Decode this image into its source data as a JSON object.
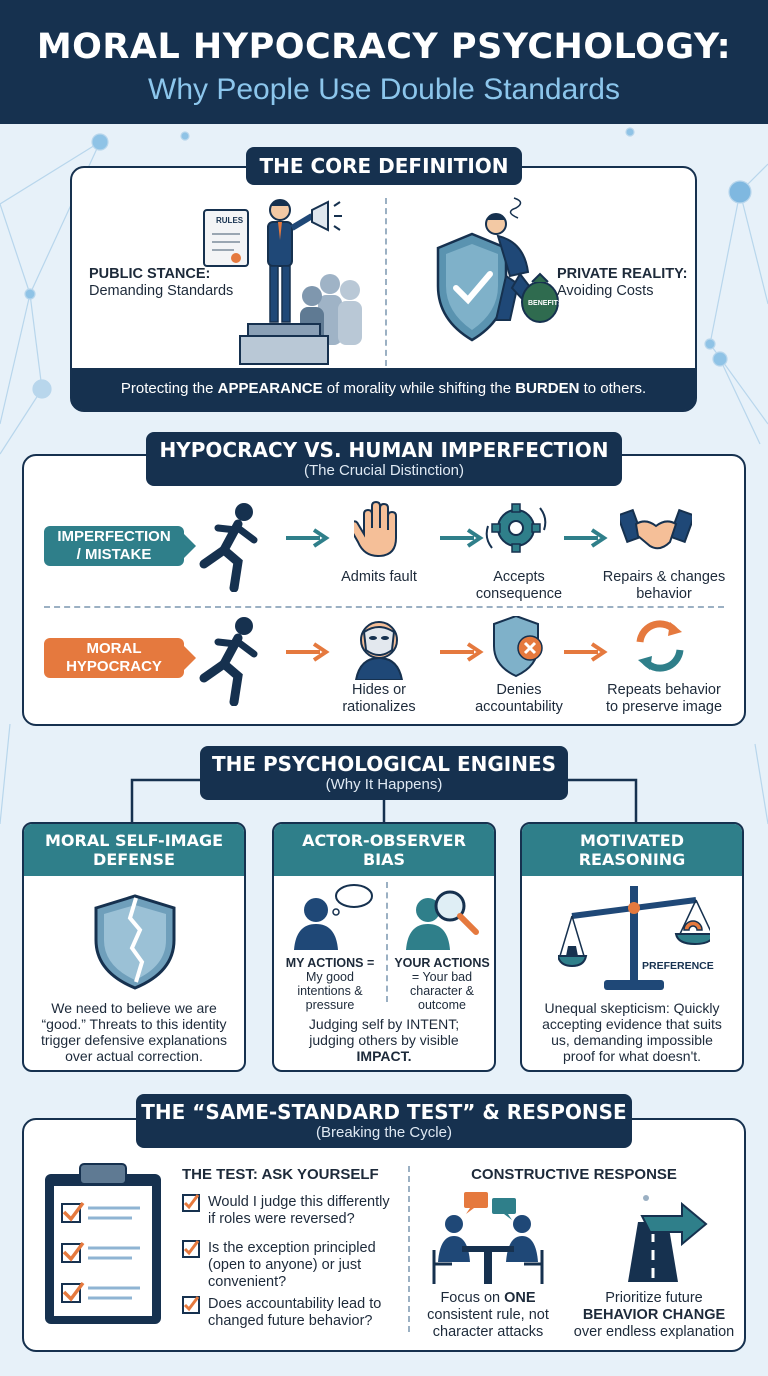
{
  "header": {
    "title": "MORAL HYPOCRACY PSYCHOLOGY:",
    "subtitle": "Why People Use Double Standards"
  },
  "core": {
    "tab": "THE CORE DEFINITION",
    "rules_label": "RULES",
    "public_title": "PUBLIC STANCE:",
    "public_desc": "Demanding Standards",
    "benefits_label": "BENEFITS",
    "private_title": "PRIVATE REALITY:",
    "private_desc": "Avoiding Costs",
    "strip_pre": "Protecting the ",
    "strip_b1": "APPEARANCE",
    "strip_mid": " of morality while shifting the ",
    "strip_b2": "BURDEN",
    "strip_post": " to others."
  },
  "distinction": {
    "tab_title": "HYPOCRACY VS. HUMAN IMPERFECTION",
    "tab_sub": "(The Crucial Distinction)",
    "imperfection_label_1": "IMPERFECTION",
    "imperfection_label_2": "/ MISTAKE",
    "step1": "Admits fault",
    "step2a": "Accepts",
    "step2b": "consequence",
    "step3a": "Repairs & changes",
    "step3b": "behavior",
    "hypocrisy_label_1": "MORAL",
    "hypocrisy_label_2": "HYPOCRACY",
    "hstep1a": "Hides or",
    "hstep1b": "rationalizes",
    "hstep2a": "Denies",
    "hstep2b": "accountability",
    "hstep3a": "Repeats behavior",
    "hstep3b": "to preserve image"
  },
  "engines": {
    "tab_title": "THE PSYCHOLOGICAL ENGINES",
    "tab_sub": "(Why It Happens)",
    "e1_head_1": "MORAL SELF-IMAGE",
    "e1_head_2": "DEFENSE",
    "e1_text_1": "We need to believe we are",
    "e1_text_2": "“good.” Threats to this identity",
    "e1_text_3": "trigger defensive explanations",
    "e1_text_4": "over actual correction.",
    "e2_head_1": "ACTOR-OBSERVER",
    "e2_head_2": "BIAS",
    "e2_my_1": "MY ACTIONS =",
    "e2_my_2": "My good",
    "e2_my_3": "intentions &",
    "e2_my_4": "pressure",
    "e2_your_1": "YOUR ACTIONS",
    "e2_your_2": "= Your bad",
    "e2_your_3": "character &",
    "e2_your_4": "outcome",
    "e2_text_1": "Judging self by INTENT;",
    "e2_text_2": "judging others by visible",
    "e2_text_3": "IMPACT.",
    "e3_head_1": "MOTIVATED",
    "e3_head_2": "REASONING",
    "e3_pref": "PREFERENCE",
    "e3_text_1": "Unequal skepticism: Quickly",
    "e3_text_2": "accepting evidence that suits",
    "e3_text_3": "us, demanding impossible",
    "e3_text_4": "proof for what doesn't."
  },
  "test": {
    "tab_title": "THE “SAME-STANDARD TEST” & RESPONSE",
    "tab_sub": "(Breaking the Cycle)",
    "ask_title": "THE TEST: ASK YOURSELF",
    "q1a": "Would I judge this differently",
    "q1b": "if roles were reversed?",
    "q2a": "Is the exception principled",
    "q2b": "(open to anyone) or just",
    "q2c": "convenient?",
    "q3a": "Does accountability lead to",
    "q3b": "changed future behavior?",
    "resp_title": "CONSTRUCTIVE RESPONSE",
    "r1a_pre": "Focus on ",
    "r1a_b": "ONE",
    "r1b": "consistent rule, not",
    "r1c": "character attacks",
    "r2a": "Prioritize future",
    "r2b": "BEHAVIOR CHANGE",
    "r2c": "over endless explanation"
  },
  "colors": {
    "navy": "#16314f",
    "teal": "#2f7f8a",
    "orange": "#e5793e",
    "light_blue": "#8cc6ec"
  }
}
